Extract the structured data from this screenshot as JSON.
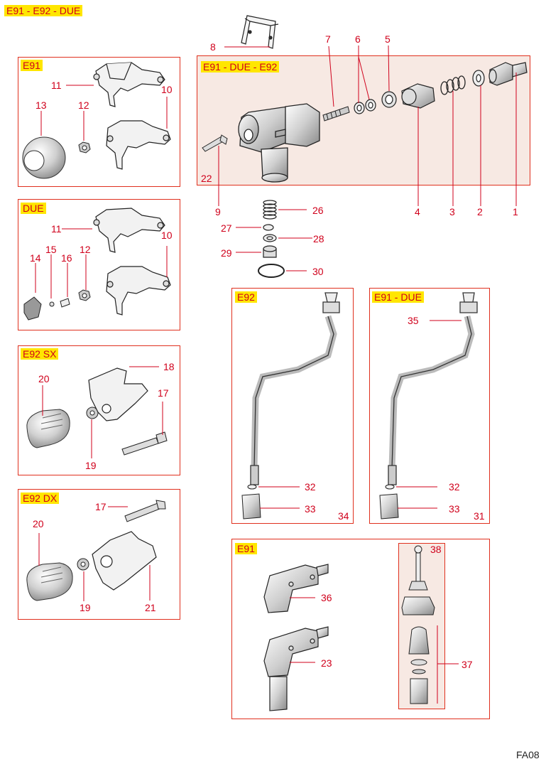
{
  "header": {
    "title": "E91 - E92 - DUE"
  },
  "page_code": "FA08",
  "sections": {
    "e91_top": {
      "tag": "E91"
    },
    "group_main": {
      "tag": "E91 - DUE - E92"
    },
    "due": {
      "tag": "DUE"
    },
    "e92sx": {
      "tag": "E92 SX"
    },
    "e92dx": {
      "tag": "E92 DX"
    },
    "e92_tube": {
      "tag": "E92",
      "assembly": "34"
    },
    "e91due_tube": {
      "tag": "E91 - DUE",
      "assembly": "31"
    },
    "e91_bottom": {
      "tag": "E91"
    }
  },
  "callouts": {
    "n1": "1",
    "n2": "2",
    "n3": "3",
    "n4": "4",
    "n5": "5",
    "n6": "6",
    "n7": "7",
    "n8": "8",
    "n9": "9",
    "n10a": "10",
    "n10b": "10",
    "n11a": "11",
    "n11b": "11",
    "n12a": "12",
    "n12b": "12",
    "n13": "13",
    "n14": "14",
    "n15": "15",
    "n16": "16",
    "n17a": "17",
    "n17b": "17",
    "n18": "18",
    "n19a": "19",
    "n19b": "19",
    "n20a": "20",
    "n20b": "20",
    "n21": "21",
    "n22": "22",
    "n23": "23",
    "n26": "26",
    "n27": "27",
    "n28": "28",
    "n29": "29",
    "n30": "30",
    "n32a": "32",
    "n32b": "32",
    "n33a": "33",
    "n33b": "33",
    "n35": "35",
    "n36": "36",
    "n37": "37",
    "n38": "38"
  },
  "colors": {
    "accent": "#d0001b",
    "tag_bg": "#ffe600",
    "frame": "#e0301e",
    "tint": "#f7e9e3"
  }
}
